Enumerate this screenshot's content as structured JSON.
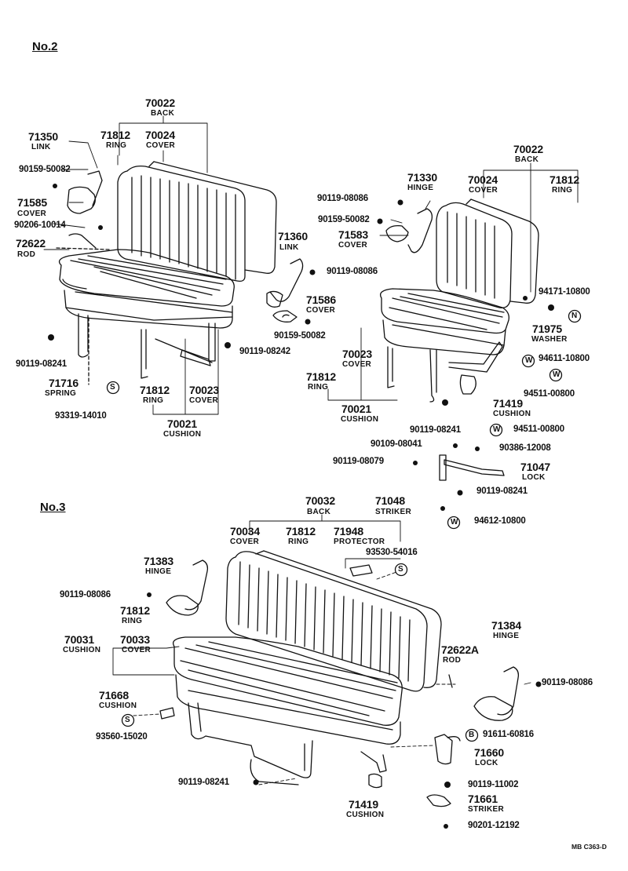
{
  "sections": {
    "no2": "No.2",
    "no3": "No.3"
  },
  "labels": {
    "back_70022_left": {
      "num": "70022",
      "name": "BACK"
    },
    "ring_71812_a": {
      "num": "71812",
      "name": "RING"
    },
    "cover_70024_left": {
      "num": "70024",
      "name": "COVER"
    },
    "link_71350": {
      "num": "71350",
      "name": "LINK"
    },
    "cover_71585": {
      "num": "71585",
      "name": "COVER"
    },
    "rod_72622": {
      "num": "72622",
      "name": "ROD"
    },
    "spring_71716": {
      "num": "71716",
      "name": "SPRING"
    },
    "ring_71812_b": {
      "num": "71812",
      "name": "RING"
    },
    "cover_70023_left": {
      "num": "70023",
      "name": "COVER"
    },
    "cushion_70021_left": {
      "num": "70021",
      "name": "CUSHION"
    },
    "link_71360": {
      "num": "71360",
      "name": "LINK"
    },
    "cover_71586": {
      "num": "71586",
      "name": "COVER"
    },
    "hinge_71330": {
      "num": "71330",
      "name": "HINGE"
    },
    "cover_71583": {
      "num": "71583",
      "name": "COVER"
    },
    "back_70022_right": {
      "num": "70022",
      "name": "BACK"
    },
    "cover_70024_right": {
      "num": "70024",
      "name": "COVER"
    },
    "ring_71812_c": {
      "num": "71812",
      "name": "RING"
    },
    "washer_71975": {
      "num": "71975",
      "name": "WASHER"
    },
    "cover_70023_right": {
      "num": "70023",
      "name": "COVER"
    },
    "ring_71812_d": {
      "num": "71812",
      "name": "RING"
    },
    "cushion_70021_right": {
      "num": "70021",
      "name": "CUSHION"
    },
    "cushion_71419_a": {
      "num": "71419",
      "name": "CUSHION"
    },
    "lock_71047": {
      "num": "71047",
      "name": "LOCK"
    },
    "striker_71048": {
      "num": "71048",
      "name": "STRIKER"
    },
    "back_70032": {
      "num": "70032",
      "name": "BACK"
    },
    "cover_70034": {
      "num": "70034",
      "name": "COVER"
    },
    "ring_71812_e": {
      "num": "71812",
      "name": "RING"
    },
    "protector_71948": {
      "num": "71948",
      "name": "PROTECTOR"
    },
    "hinge_71383": {
      "num": "71383",
      "name": "HINGE"
    },
    "ring_71812_f": {
      "num": "71812",
      "name": "RING"
    },
    "cushion_70031": {
      "num": "70031",
      "name": "CUSHION"
    },
    "cover_70033": {
      "num": "70033",
      "name": "COVER"
    },
    "hinge_71384": {
      "num": "71384",
      "name": "HINGE"
    },
    "rod_72622A": {
      "num": "72622A",
      "name": "ROD"
    },
    "cushion_71668": {
      "num": "71668",
      "name": "CUSHION"
    },
    "lock_71660": {
      "num": "71660",
      "name": "LOCK"
    },
    "cushion_71419_b": {
      "num": "71419",
      "name": "CUSHION"
    },
    "striker_71661": {
      "num": "71661",
      "name": "STRIKER"
    }
  },
  "part_numbers": {
    "p_90159_50082_a": "90159-50082",
    "p_90206_10014": "90206-10014",
    "p_90119_08241_a": "90119-08241",
    "p_93319_14010": "93319-14010",
    "p_90119_08242": "90119-08242",
    "p_90119_08086_a": "90119-08086",
    "p_90159_50082_b": "90159-50082",
    "p_90119_08086_b": "90119-08086",
    "p_90159_50082_c": "90159-50082",
    "p_94171_10800": "94171-10800",
    "p_94611_10800": "94611-10800",
    "p_94511_00800_a": "94511-00800",
    "p_90119_08241_b": "90119-08241",
    "p_94511_00800_b": "94511-00800",
    "p_90109_08041": "90109-08041",
    "p_90386_12008": "90386-12008",
    "p_90119_08079": "90119-08079",
    "p_90119_08241_c": "90119-08241",
    "p_94612_10800": "94612-10800",
    "p_93530_54016": "93530-54016",
    "p_90119_08086_c": "90119-08086",
    "p_90119_08086_d": "90119-08086",
    "p_93560_15020": "93560-15020",
    "p_91611_60816": "91611-60816",
    "p_90119_08241_d": "90119-08241",
    "p_90119_11002": "90119-11002",
    "p_90201_12192": "90201-12192"
  },
  "symbols": {
    "s": "S",
    "n": "N",
    "w": "W",
    "b": "B"
  },
  "footer": "MB  C363-D"
}
